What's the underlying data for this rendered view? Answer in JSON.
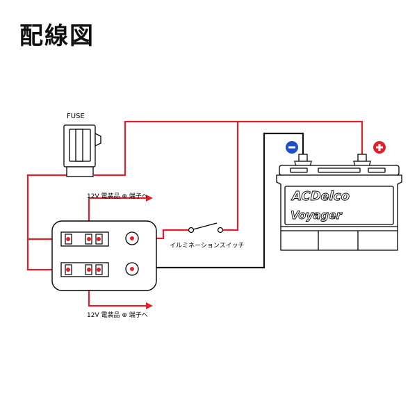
{
  "title": "配線図",
  "labels": {
    "fuse": "FUSE",
    "accessory_top": "12V 電装品 ⊕ 端子へ",
    "accessory_bottom": "12V 電装品 ⊕ 端子へ",
    "illumination_switch": "イルミネーションスイッチ"
  },
  "battery": {
    "brand": "ACDelco",
    "model": "Voyager",
    "negative_symbol": "−",
    "positive_symbol": "+"
  },
  "colors": {
    "wire_red": "#e3202a",
    "wire_black": "#111111",
    "negative_terminal": "#1f4fc8",
    "positive_terminal": "#e3202a"
  }
}
